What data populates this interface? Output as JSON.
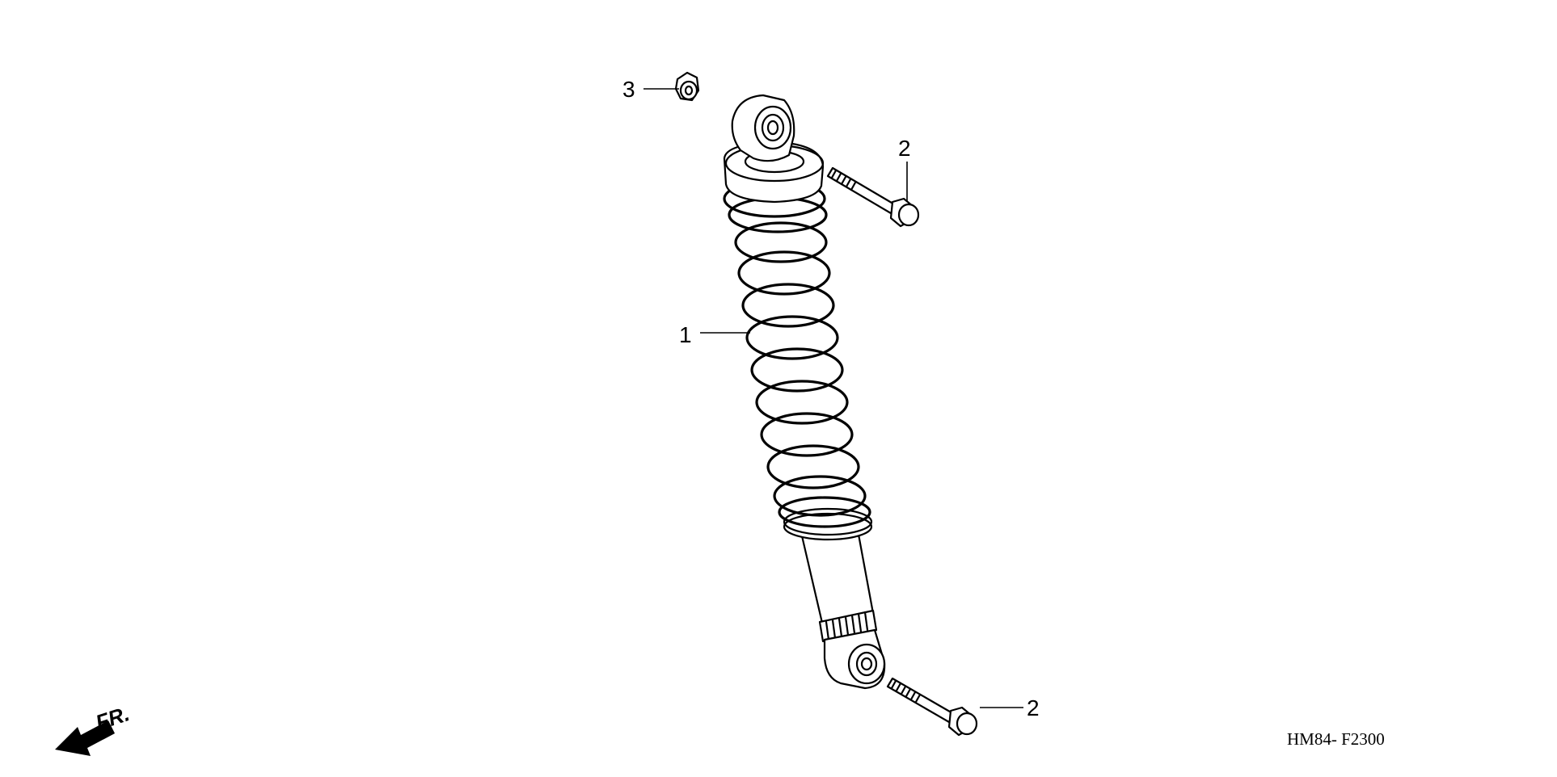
{
  "callouts": [
    {
      "id": "1",
      "label": "1"
    },
    {
      "id": "2a",
      "label": "2"
    },
    {
      "id": "2b",
      "label": "2"
    },
    {
      "id": "3",
      "label": "3"
    }
  ],
  "direction_label": "FR.",
  "diagram_code": "HM84- F2300"
}
